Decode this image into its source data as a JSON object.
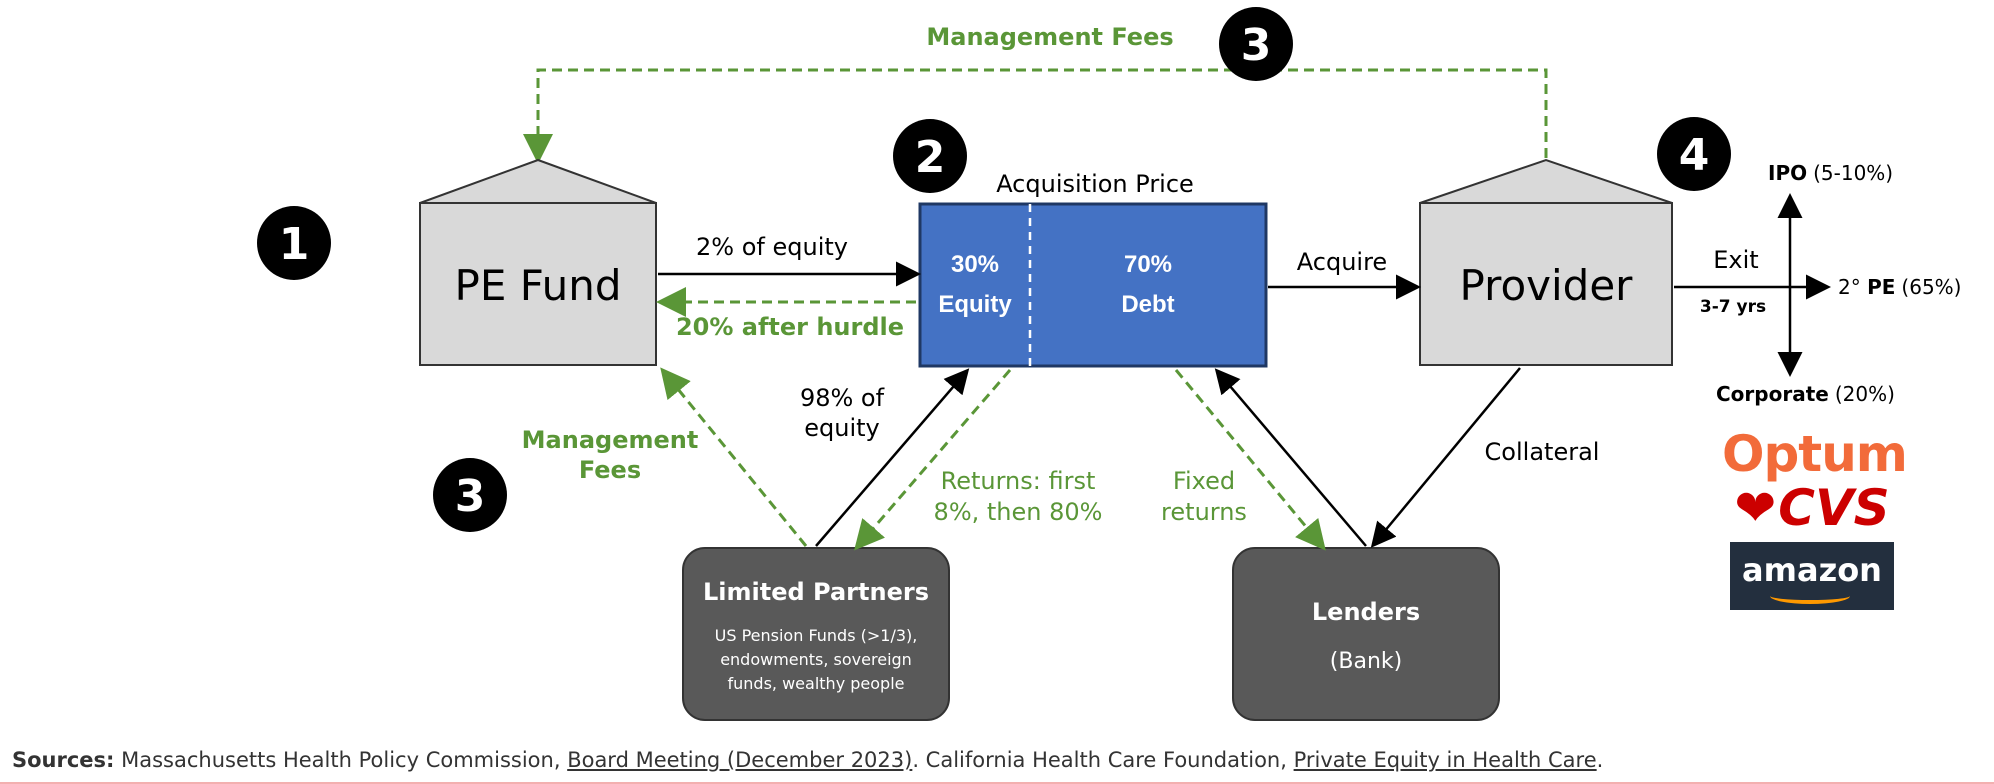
{
  "badges": {
    "b1": "1",
    "b2": "2",
    "b3_top": "3",
    "b3_left": "3",
    "b4": "4"
  },
  "nodes": {
    "pe_fund": "PE Fund",
    "provider": "Provider",
    "acquisition_title": "Acquisition Price",
    "equity_pct": "30%",
    "equity_label": "Equity",
    "debt_pct": "70%",
    "debt_label": "Debt",
    "limited_partners_title": "Limited Partners",
    "limited_partners_desc": [
      "US Pension Funds (>1/3),",
      "endowments, sovereign",
      "funds, wealthy people"
    ],
    "lenders_title": "Lenders",
    "lenders_sub": "(Bank)"
  },
  "flows": {
    "management_fees_top": "Management Fees",
    "management_fees_left": [
      "Management",
      "Fees"
    ],
    "two_pct_equity": "2% of equity",
    "twenty_pct_after_hurdle": "20% after hurdle",
    "ninety_eight_pct": [
      "98% of",
      "equity"
    ],
    "returns": [
      "Returns: first",
      "8%, then 80%"
    ],
    "fixed_returns": [
      "Fixed",
      "returns"
    ],
    "acquire": "Acquire",
    "collateral": "Collateral",
    "exit": "Exit",
    "exit_years": "3-7 yrs"
  },
  "exit_options": {
    "ipo_label": "IPO",
    "ipo_pct": "(5-10%)",
    "pe_prefix": "2° ",
    "pe_label": "PE",
    "pe_pct": "(65%)",
    "corporate_label": "Corporate",
    "corporate_pct": "(20%)"
  },
  "logos": {
    "optum": "Optum",
    "cvs": "CVS",
    "cvs_heart": "❤",
    "amazon": "amazon"
  },
  "footer": {
    "label": "Sources:",
    "text1": " Massachusetts Health Policy Commission, ",
    "link1": "Board Meeting (December 2023)",
    "text2": ". California Health Care Foundation, ",
    "link2": "Private Equity in Health Care",
    "text3": "."
  },
  "colors": {
    "green": "#5a9637",
    "blue": "#4472c4",
    "house_fill": "#d9d9d9",
    "dark_box": "#595959",
    "badge": "#000000"
  }
}
